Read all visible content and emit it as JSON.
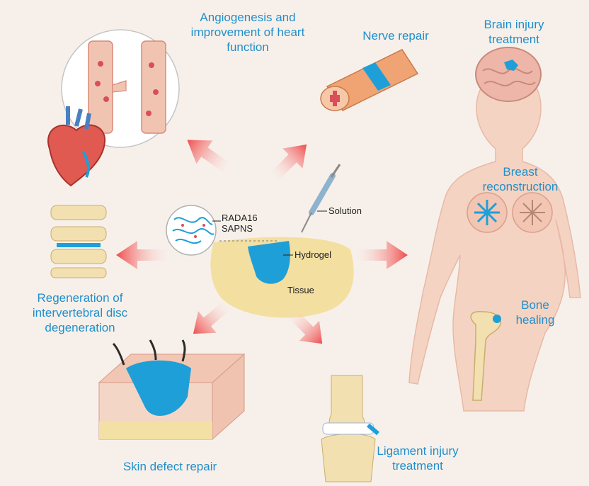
{
  "labels": {
    "angiogenesis": "Angiogenesis and\nimprovement of heart\nfunction",
    "nerve": "Nerve repair",
    "brain": "Brain injury\ntreatment",
    "breast": "Breast\nreconstruction",
    "disc": "Regeneration of\nintervertebral disc\ndegeneration",
    "bone": "Bone\nhealing",
    "skin": "Skin defect repair",
    "ligament": "Ligament injury\ntreatment"
  },
  "center": {
    "rada": "RADA16\nSAPNS",
    "solution": "Solution",
    "hydrogel": "Hydrogel",
    "tissue": "Tissue"
  },
  "colors": {
    "label": "#1f8fcc",
    "arrow": "#ee4b4b",
    "hydrogel": "#1e9fd8",
    "tissue": "#f3dfa0",
    "skin_body": "#f5d3c2"
  },
  "icons": [
    "heart-icon",
    "vessel-icon",
    "nerve-icon",
    "brain-icon",
    "breast-icon",
    "spine-icon",
    "bone-icon",
    "skin-icon",
    "knee-icon",
    "syringe-icon",
    "nanofiber-icon"
  ]
}
